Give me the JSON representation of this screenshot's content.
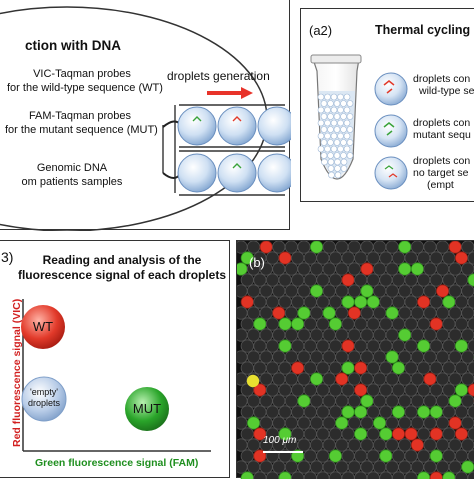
{
  "panel_a1": {
    "title": "ction with DNA",
    "vic_line1": "VIC-Taqman probes",
    "vic_line2": "for the wild-type sequence (WT)",
    "fam_line1": "FAM-Taqman probes",
    "fam_line2": "for the mutant sequence (MUT)",
    "dna_line1": "Genomic DNA",
    "dna_line2": "om patients samples",
    "droplets_label": "droplets generation"
  },
  "panel_a2": {
    "label": "(a2)",
    "title": "Thermal cycling",
    "row1_line1": "droplets con",
    "row1_line2": "wild-type se",
    "row2_line1": "droplets con",
    "row2_line2": "mutant sequ",
    "row3_line1": "droplets con",
    "row3_line2": "no target se",
    "row3_line3": "(empt"
  },
  "panel_a3": {
    "label": "3)",
    "title_line1": "Reading and analysis of the",
    "title_line2": "fluorescence signal of each droplets",
    "y_axis_label": "Red fluorescence signal (VIC)",
    "x_axis_label": "Green fluorescence signal (FAM)",
    "wt_label": "WT",
    "mut_label": "MUT",
    "empty_line1": "'empty'",
    "empty_line2": "droplets"
  },
  "panel_b": {
    "label": "(b)",
    "scale_label": "100 μm"
  },
  "colors": {
    "red_arrow": "#e8332a",
    "wt_red": "#e23a2a",
    "mut_green": "#2aa52a",
    "empty_blue": "#9db8dd",
    "y_axis": "#d21f1f",
    "x_axis": "#1f8f1f",
    "micro_bg": "#1a1a1a",
    "micro_green": "#55cc33",
    "micro_red": "#e23324",
    "micro_yellow": "#e8e030"
  }
}
